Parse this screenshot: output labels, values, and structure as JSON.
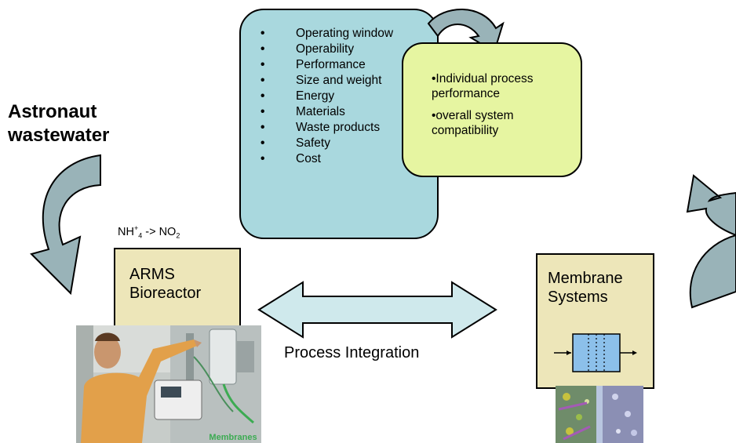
{
  "title": {
    "line1": "Astronaut",
    "line2": "wastewater"
  },
  "criteria": {
    "bullet": "•",
    "items": [
      "Operating window",
      "Operability",
      "Performance",
      "Size and weight",
      "Energy",
      "Materials",
      "Waste products",
      "Safety",
      "Cost"
    ]
  },
  "performance": {
    "line1": "•Individual process performance",
    "line2": "•overall system compatibility"
  },
  "reaction": {
    "nh": "NH",
    "sup": "+",
    "sub4": "4",
    "arrow_no": " -> NO",
    "sub2": "2"
  },
  "arms": {
    "line1": "ARMS",
    "line2": "Bioreactor"
  },
  "membrane": {
    "line1": "Membrane",
    "line2": "Systems"
  },
  "process_integration": "Process Integration",
  "photo_caption": "Membranes",
  "colors": {
    "criteria_fill": "#a9d8de",
    "performance_fill": "#e6f5a1",
    "module_fill": "#ede6b9",
    "arrow_fill": "#99b3b8",
    "double_arrow_fill": "#cfe9ec",
    "membrane_cell": "#8cc0ea"
  }
}
